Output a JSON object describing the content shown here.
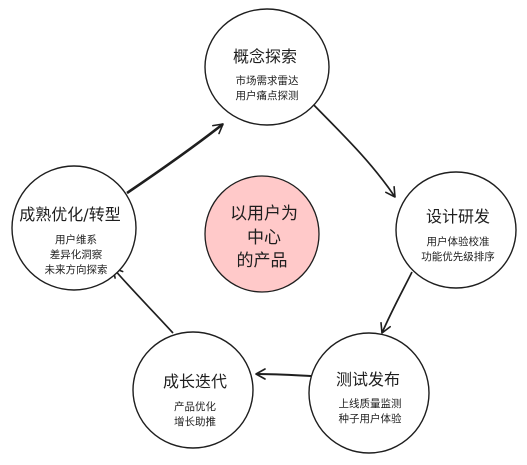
{
  "center": {
    "lines": [
      "以用户为",
      "中心",
      "的产品"
    ],
    "fill": "#ffc9c9"
  },
  "stroke_color": "#1e1e1e",
  "stages": [
    {
      "title": "概念探索",
      "lines": [
        "市场需求雷达",
        "用户痛点探测"
      ]
    },
    {
      "title": "设计研发",
      "lines": [
        "用户体验校准",
        "功能优先级排序"
      ]
    },
    {
      "title": "测试发布",
      "lines": [
        "上线质量监测",
        "种子用户体验"
      ]
    },
    {
      "title": "成长迭代",
      "lines": [
        "产品优化",
        "增长助推"
      ]
    },
    {
      "title": "成熟优化/转型",
      "lines": [
        "用户维系",
        "差异化洞察",
        "未来方向探索"
      ]
    }
  ]
}
